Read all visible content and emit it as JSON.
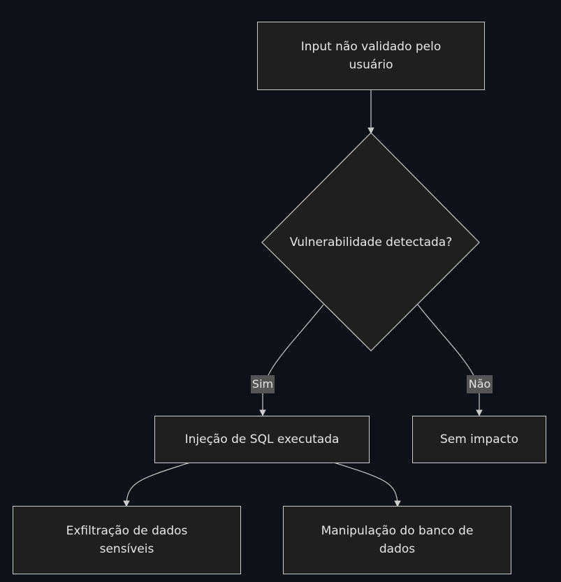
{
  "diagram": {
    "nodes": {
      "input": {
        "label": "Input não validado pelo usuário"
      },
      "decision": {
        "label": "Vulnerabilidade detectada?"
      },
      "sql": {
        "label": "Injeção de SQL executada"
      },
      "none": {
        "label": "Sem impacto"
      },
      "exfil": {
        "label": "Exfiltração de dados sensíveis"
      },
      "manip": {
        "label": "Manipulação do banco de dados"
      }
    },
    "edges": {
      "yes": {
        "label": "Sim"
      },
      "no": {
        "label": "Não"
      }
    }
  },
  "colors": {
    "background": "#0e1117",
    "node_fill": "#1f1f1f",
    "node_stroke": "#cccccc",
    "text": "#e6e6e6",
    "edge_label_bg": "#555555"
  }
}
